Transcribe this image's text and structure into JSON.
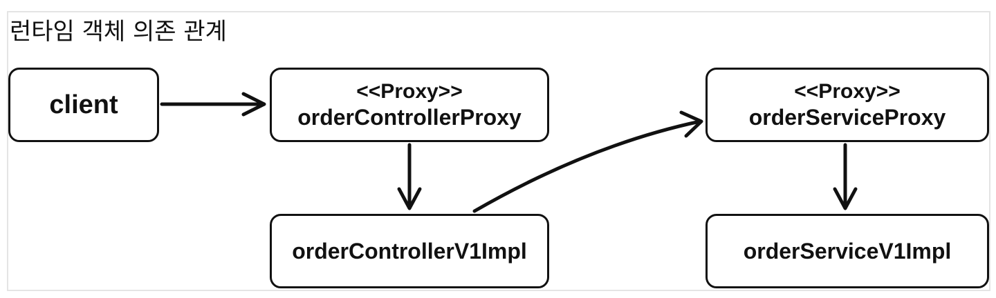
{
  "title": "런타임 객체 의존 관계",
  "nodes": {
    "client": {
      "name": "client"
    },
    "order_controller_proxy": {
      "stereotype": "<<Proxy>>",
      "name": "orderControllerProxy"
    },
    "order_controller_v1_impl": {
      "name": "orderControllerV1Impl"
    },
    "order_service_proxy": {
      "stereotype": "<<Proxy>>",
      "name": "orderServiceProxy"
    },
    "order_service_v1_impl": {
      "name": "orderServiceV1Impl"
    }
  },
  "colors": {
    "stroke": "#111111",
    "frame": "#e4e4e4",
    "background": "#ffffff"
  }
}
